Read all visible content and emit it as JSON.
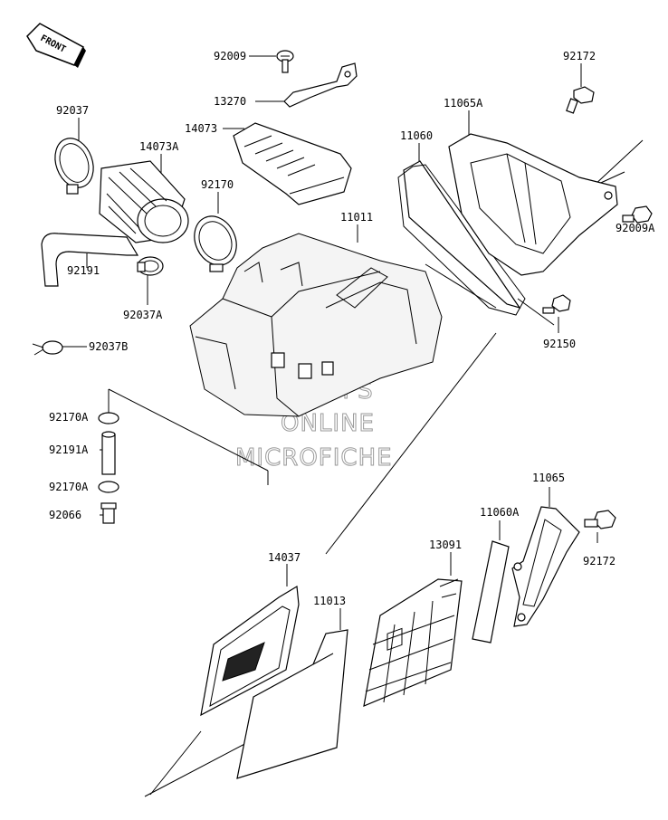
{
  "front_label": "FRONT",
  "watermark": {
    "line1": "HLSM'S",
    "line2": "ONLINE",
    "line3": "MICROFICHE"
  },
  "parts": {
    "p92009": "92009",
    "p13270": "13270",
    "p92172_top": "92172",
    "p92037": "92037",
    "p14073": "14073",
    "p11065A": "11065A",
    "p14073A": "14073A",
    "p11060": "11060",
    "p92170": "92170",
    "p11011": "11011",
    "p92009A": "92009A",
    "p92191": "92191",
    "p92037A": "92037A",
    "p92150": "92150",
    "p92037B": "92037B",
    "p92170A_1": "92170A",
    "p92191A": "92191A",
    "p92170A_2": "92170A",
    "p92066": "92066",
    "p11065": "11065",
    "p11060A": "11060A",
    "p92172_bot": "92172",
    "p13091": "13091",
    "p14037": "14037",
    "p11013": "11013"
  }
}
